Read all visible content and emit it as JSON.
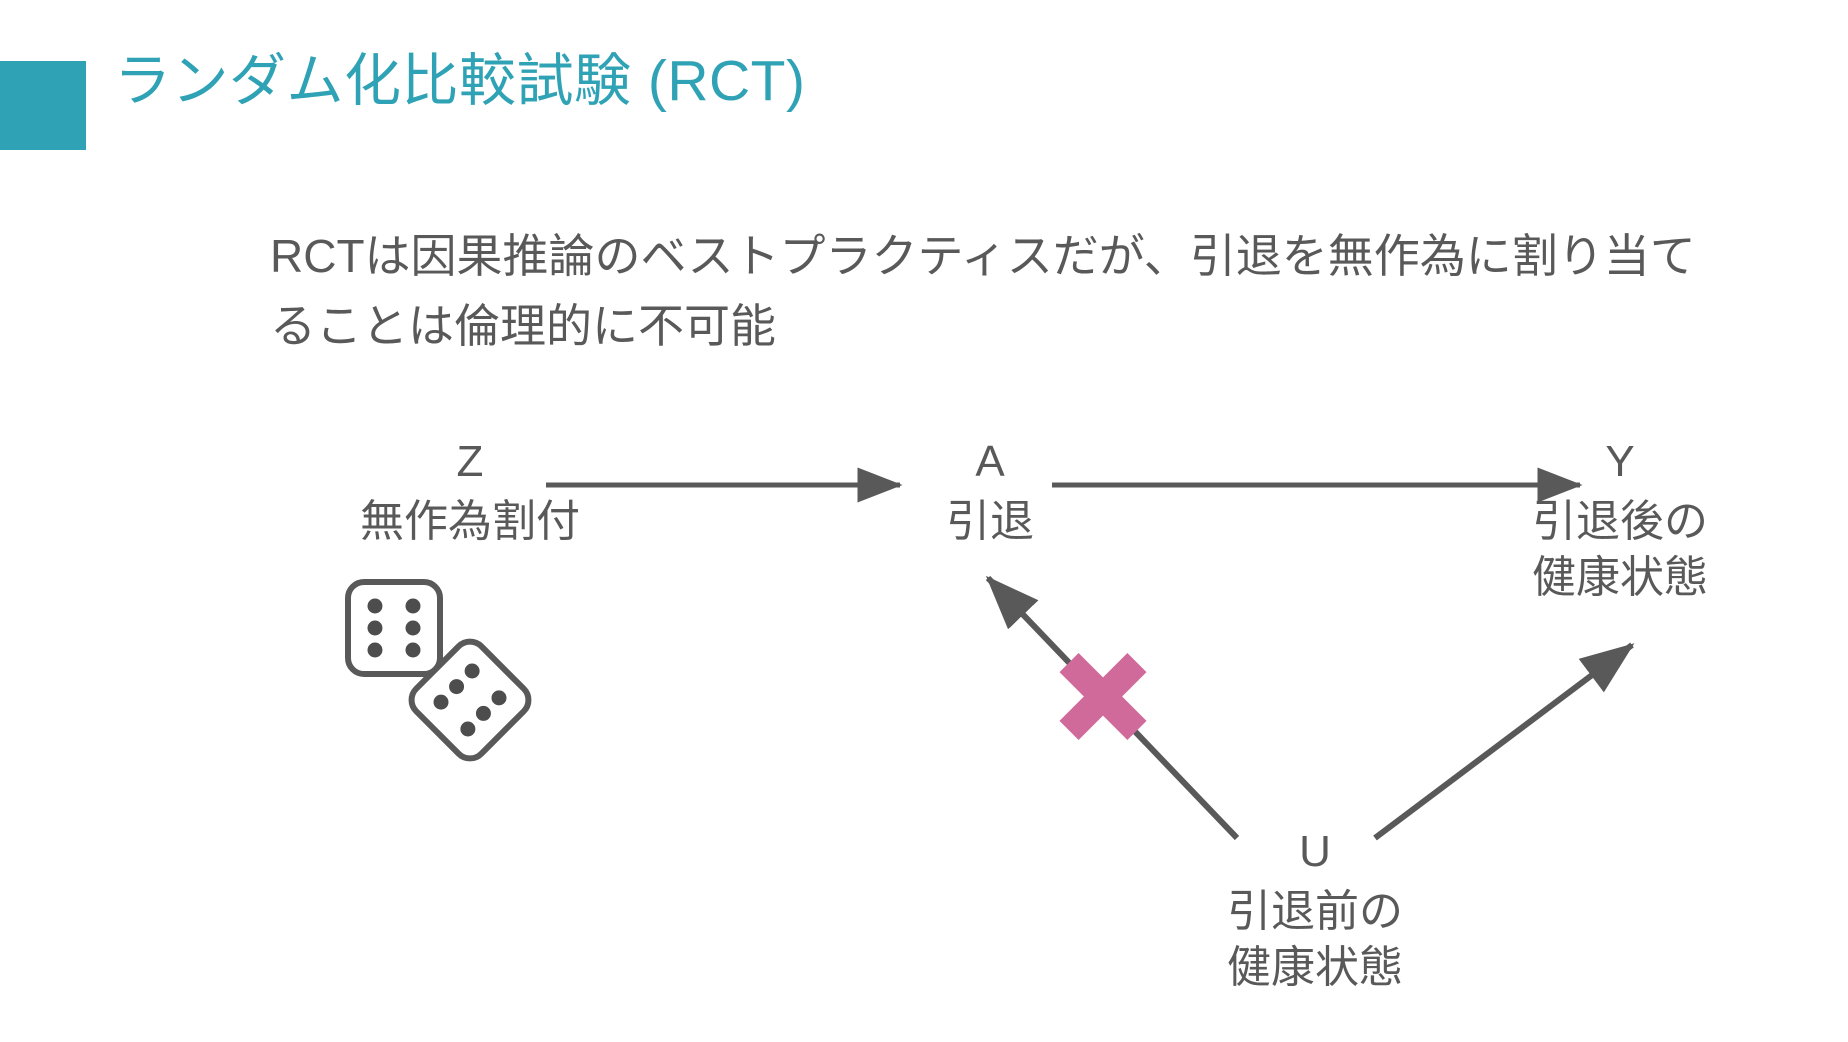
{
  "slide": {
    "accent_color": "#2fa3b5",
    "background_color": "#ffffff",
    "text_color": "#595959",
    "cross_color": "#d06a9a",
    "title": "ランダム化比較試験 (RCT)",
    "body": {
      "line1": "RCTは因果推論のベストプラクティスだが、引退を無作為に割り当て",
      "line2": "ることは倫理的に不可能"
    }
  },
  "diagram": {
    "type": "causal-dag",
    "nodes": [
      {
        "id": "Z",
        "name": "Z",
        "label": "無作為割付",
        "icon": "dice-icon"
      },
      {
        "id": "A",
        "name": "A",
        "label": "引退"
      },
      {
        "id": "Y",
        "name": "Y",
        "label_line1": "引退後の",
        "label_line2": "健康状態"
      },
      {
        "id": "U",
        "name": "U",
        "label_line1": "引退前の",
        "label_line2": "健康状態"
      }
    ],
    "edges": [
      {
        "from": "Z",
        "to": "A",
        "style": "solid-arrow",
        "blocked": false
      },
      {
        "from": "A",
        "to": "Y",
        "style": "solid-arrow",
        "blocked": false
      },
      {
        "from": "U",
        "to": "A",
        "style": "solid-arrow",
        "blocked": true,
        "marker": "cross-mark"
      },
      {
        "from": "U",
        "to": "Y",
        "style": "solid-arrow",
        "blocked": false
      }
    ],
    "dice": {
      "die1_pips": 6,
      "die2_pips": 6,
      "die2_rotation_deg": 45
    }
  }
}
